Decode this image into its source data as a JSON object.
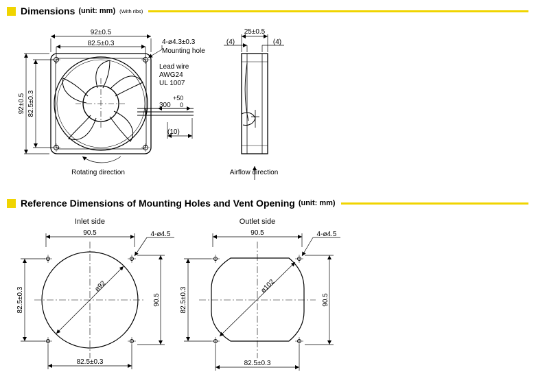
{
  "header1": {
    "title": "Dimensions",
    "unit": "(unit: mm)",
    "note": "(With ribs)"
  },
  "header2": {
    "title": "Reference Dimensions of Mounting Holes and Vent Opening",
    "unit": "(unit: mm)"
  },
  "front": {
    "width_outer": "92±0.5",
    "width_pitch": "82.5±0.3",
    "height_outer": "92±0.5",
    "height_pitch": "82.5±0.3",
    "hole_spec": "4-ø4.3±0.3",
    "hole_label": "Mounting hole",
    "lead_wire": [
      "Lead wire",
      "AWG24",
      "UL 1007"
    ],
    "lead_len": "300",
    "lead_tol_plus": "+50",
    "lead_tol_minus": "0",
    "strip_len": "(10)",
    "rotating": "Rotating direction"
  },
  "side": {
    "depth": "25±0.5",
    "rib_left": "(4)",
    "rib_right": "(4)",
    "airflow": "Airflow direction"
  },
  "inlet": {
    "title": "Inlet side",
    "top_dim": "90.5",
    "holes": "4-ø4.5",
    "left_dim": "82.5±0.3",
    "right_dim": "90.5",
    "bottom_dim": "82.5±0.3",
    "diameter": "ø92"
  },
  "outlet": {
    "title": "Outlet side",
    "top_dim": "90.5",
    "holes": "4-ø4.5",
    "left_dim": "82.5±0.3",
    "right_dim": "90.5",
    "bottom_dim": "82.5±0.3",
    "diameter": "ø102"
  }
}
